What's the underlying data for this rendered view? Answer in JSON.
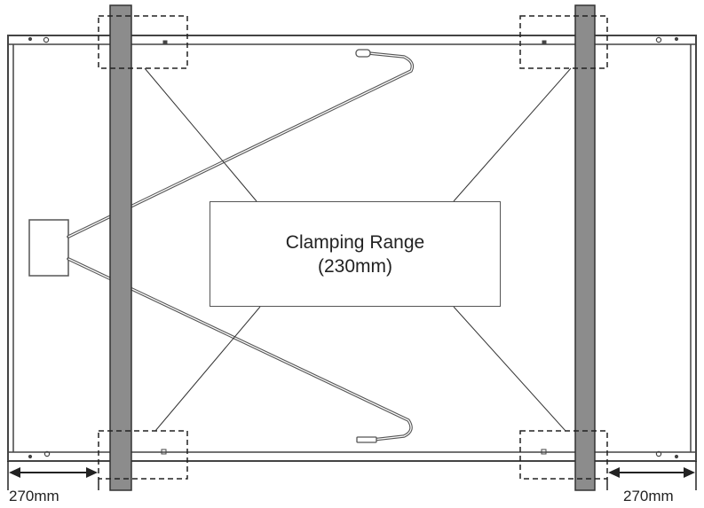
{
  "callout": {
    "line1": "Clamping Range",
    "line2": "(230mm)"
  },
  "dimensions": {
    "left": "270mm",
    "right": "270mm"
  },
  "colors": {
    "clamp_rail": "#8c8c8c",
    "outline": "#444444",
    "dashed_box": "#222222"
  }
}
